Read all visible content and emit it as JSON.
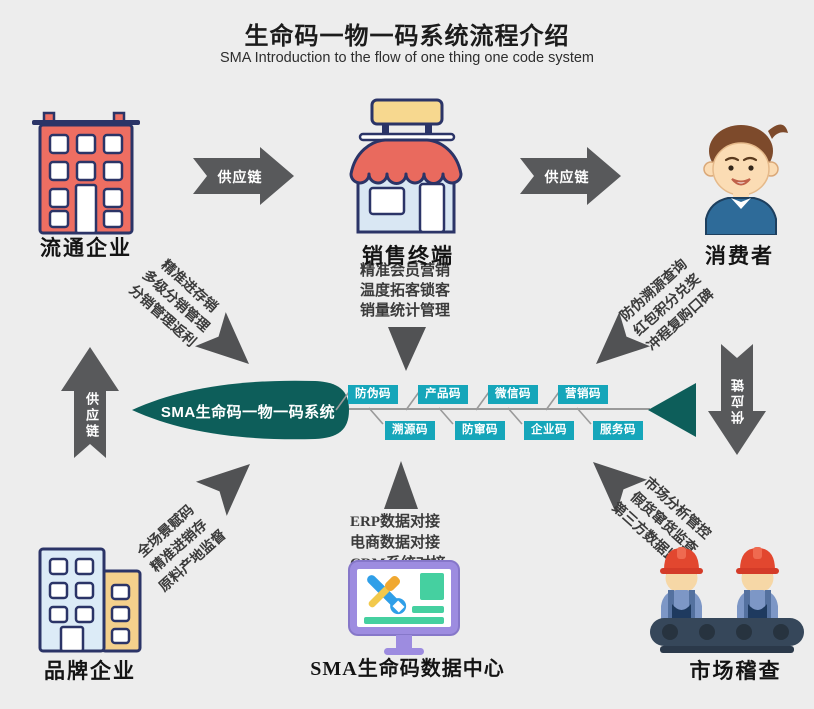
{
  "header": {
    "title": "生命码一物一码系统流程介绍",
    "subtitle": "SMA Introduction to the flow of one thing one code system"
  },
  "nodes": {
    "circulation": {
      "label": "流通企业"
    },
    "retail": {
      "label": "销售终端"
    },
    "consumer": {
      "label": "消费者"
    },
    "brand": {
      "label": "品牌企业"
    },
    "datacenter": {
      "label": "SMA生命码数据中心"
    },
    "inspection": {
      "label": "市场稽查"
    }
  },
  "arrows": {
    "supply_chain_1": "供应链",
    "supply_chain_2": "供应链",
    "supply_chain_up": "供应链",
    "supply_chain_down": "供应链"
  },
  "annotations": {
    "retail_features": {
      "lines": [
        "精准会员营销",
        "温度拓客锁客",
        "销量统计管理"
      ]
    },
    "top_left": {
      "lines": [
        "精准进存销",
        "多级分销管理",
        "分销管理返利"
      ]
    },
    "top_right": {
      "lines": [
        "防伪溯源查询",
        "红包积分兑奖",
        "冲程复购口碑"
      ]
    },
    "bottom_left": {
      "lines": [
        "全场景赋码",
        "精准进销存",
        "原料产地监督"
      ]
    },
    "bottom_center": {
      "lines": [
        "ERP数据对接",
        "电商数据对接",
        "CRM系统对接"
      ]
    },
    "bottom_right": {
      "lines": [
        "市场分析管控",
        "假货窜货监查",
        "第三方数据监督"
      ]
    }
  },
  "fishbone": {
    "system_label": "SMA生命码一物一码系统",
    "top_codes": [
      "防伪码",
      "产品码",
      "微信码",
      "营销码"
    ],
    "bottom_codes": [
      "溯源码",
      "防窜码",
      "企业码",
      "服务码"
    ]
  },
  "colors": {
    "background": "#ededed",
    "arrow_gray": "#58595b",
    "fish_teal": "#0d5e5a",
    "badge_cyan": "#16a6ba",
    "building_red": "#ee6e62",
    "outline_navy": "#2b3467",
    "store_blue": "#d9e7f3",
    "sign_yellow": "#f7d88f",
    "monitor_purple": "#9d8ce0",
    "monitor_green": "#45d0a0",
    "helmet_red": "#e2472f"
  }
}
